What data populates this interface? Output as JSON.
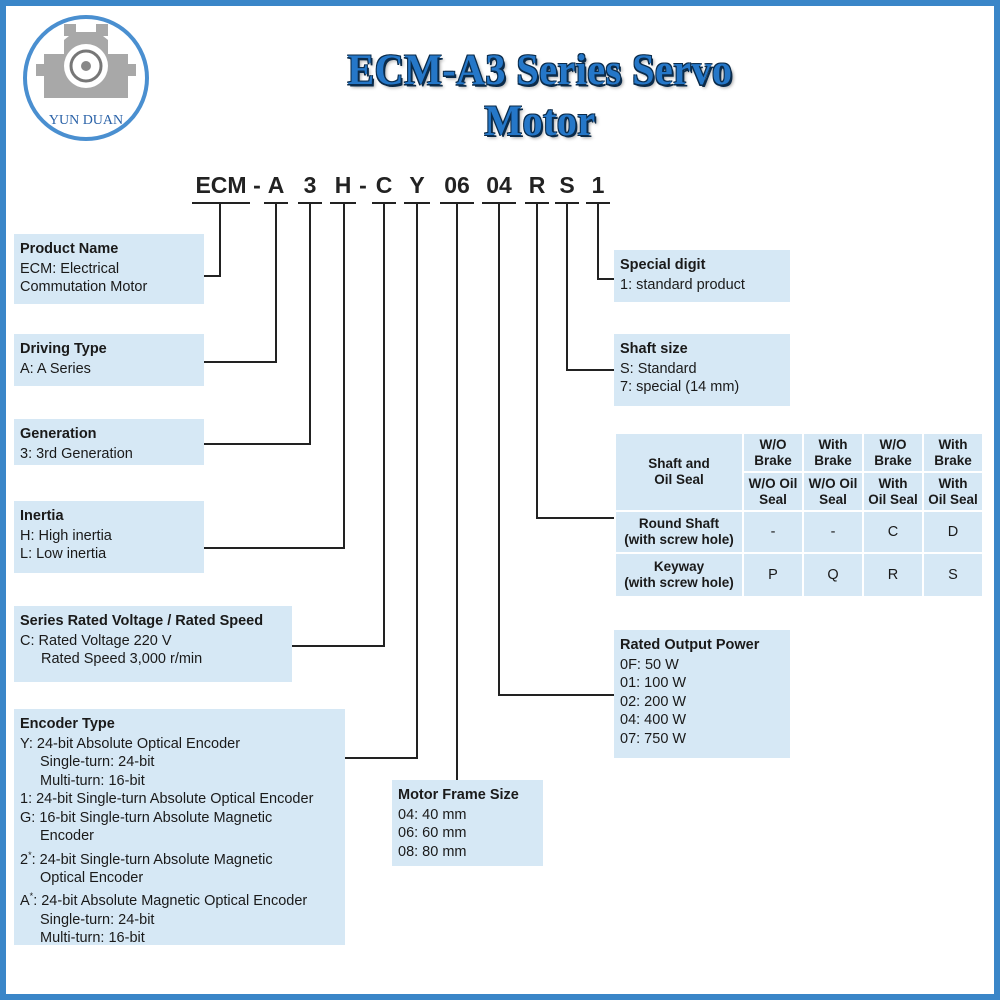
{
  "logo": {
    "text": "YUN DUAN",
    "icon": "motor-gear-icon"
  },
  "title": "ECM-A3 Series Servo Motor",
  "model_code": [
    "ECM",
    "-",
    "A",
    "3",
    "H",
    "-",
    "C",
    "Y",
    "06",
    "04",
    "R",
    "S",
    "1"
  ],
  "product_name": {
    "heading": "Product Name",
    "lines": [
      "ECM: Electrical",
      "Commutation Motor"
    ]
  },
  "driving_type": {
    "heading": "Driving Type",
    "lines": [
      "A: A Series"
    ]
  },
  "generation": {
    "heading": "Generation",
    "lines": [
      "3: 3rd Generation"
    ]
  },
  "inertia": {
    "heading": "Inertia",
    "lines": [
      "H: High inertia",
      "L: Low inertia"
    ]
  },
  "voltage_speed": {
    "heading": "Series Rated Voltage /  Rated Speed",
    "lines": [
      "C: Rated Voltage 220 V",
      "Rated Speed 3,000 r/min"
    ]
  },
  "encoder_type": {
    "heading": "Encoder Type",
    "lines": [
      "Y:  24-bit Absolute Optical Encoder",
      "Single-turn: 24-bit",
      "Multi-turn: 16-bit",
      "1:  24-bit Single-turn Absolute Optical Encoder",
      "G: 16-bit Single-turn Absolute Magnetic",
      "Encoder",
      "2",
      ": 24-bit Single-turn Absolute Magnetic",
      "Optical Encoder",
      "A",
      ": 24-bit Absolute Magnetic Optical Encoder",
      "Single-turn: 24-bit",
      "Multi-turn: 16-bit"
    ],
    "asterisk": "*"
  },
  "motor_frame": {
    "heading": "Motor Frame Size",
    "lines": [
      "04: 40 mm",
      "06: 60 mm",
      "08: 80 mm"
    ]
  },
  "rated_output": {
    "heading": "Rated Output Power",
    "lines": [
      "0F: 50 W",
      "01: 100 W",
      "02: 200 W",
      "04: 400 W",
      "07: 750 W"
    ]
  },
  "shaft_size": {
    "heading": "Shaft size",
    "lines": [
      "S: Standard",
      "7: special (14 mm)"
    ]
  },
  "special_digit": {
    "heading": "Special digit",
    "lines": [
      "1: standard product"
    ]
  },
  "shaft_table": {
    "corner": [
      "Shaft and",
      "Oil Seal"
    ],
    "columns": [
      {
        "top": [
          "W/O",
          "Brake"
        ],
        "bottom": [
          "W/O Oil",
          "Seal"
        ]
      },
      {
        "top": [
          "With",
          "Brake"
        ],
        "bottom": [
          "W/O Oil",
          "Seal"
        ]
      },
      {
        "top": [
          "W/O",
          "Brake"
        ],
        "bottom": [
          "With",
          "Oil Seal"
        ]
      },
      {
        "top": [
          "With",
          "Brake"
        ],
        "bottom": [
          "With",
          "Oil Seal"
        ]
      }
    ],
    "rows": [
      {
        "label": [
          "Round Shaft",
          "(with screw hole)"
        ],
        "values": [
          "-",
          "-",
          "C",
          "D"
        ]
      },
      {
        "label": [
          "Keyway",
          "(with screw hole)"
        ],
        "values": [
          "P",
          "Q",
          "R",
          "S"
        ]
      }
    ]
  },
  "colors": {
    "box_fill": "#d6e8f5",
    "frame": "#3a86c8",
    "title": "#2577c8"
  }
}
